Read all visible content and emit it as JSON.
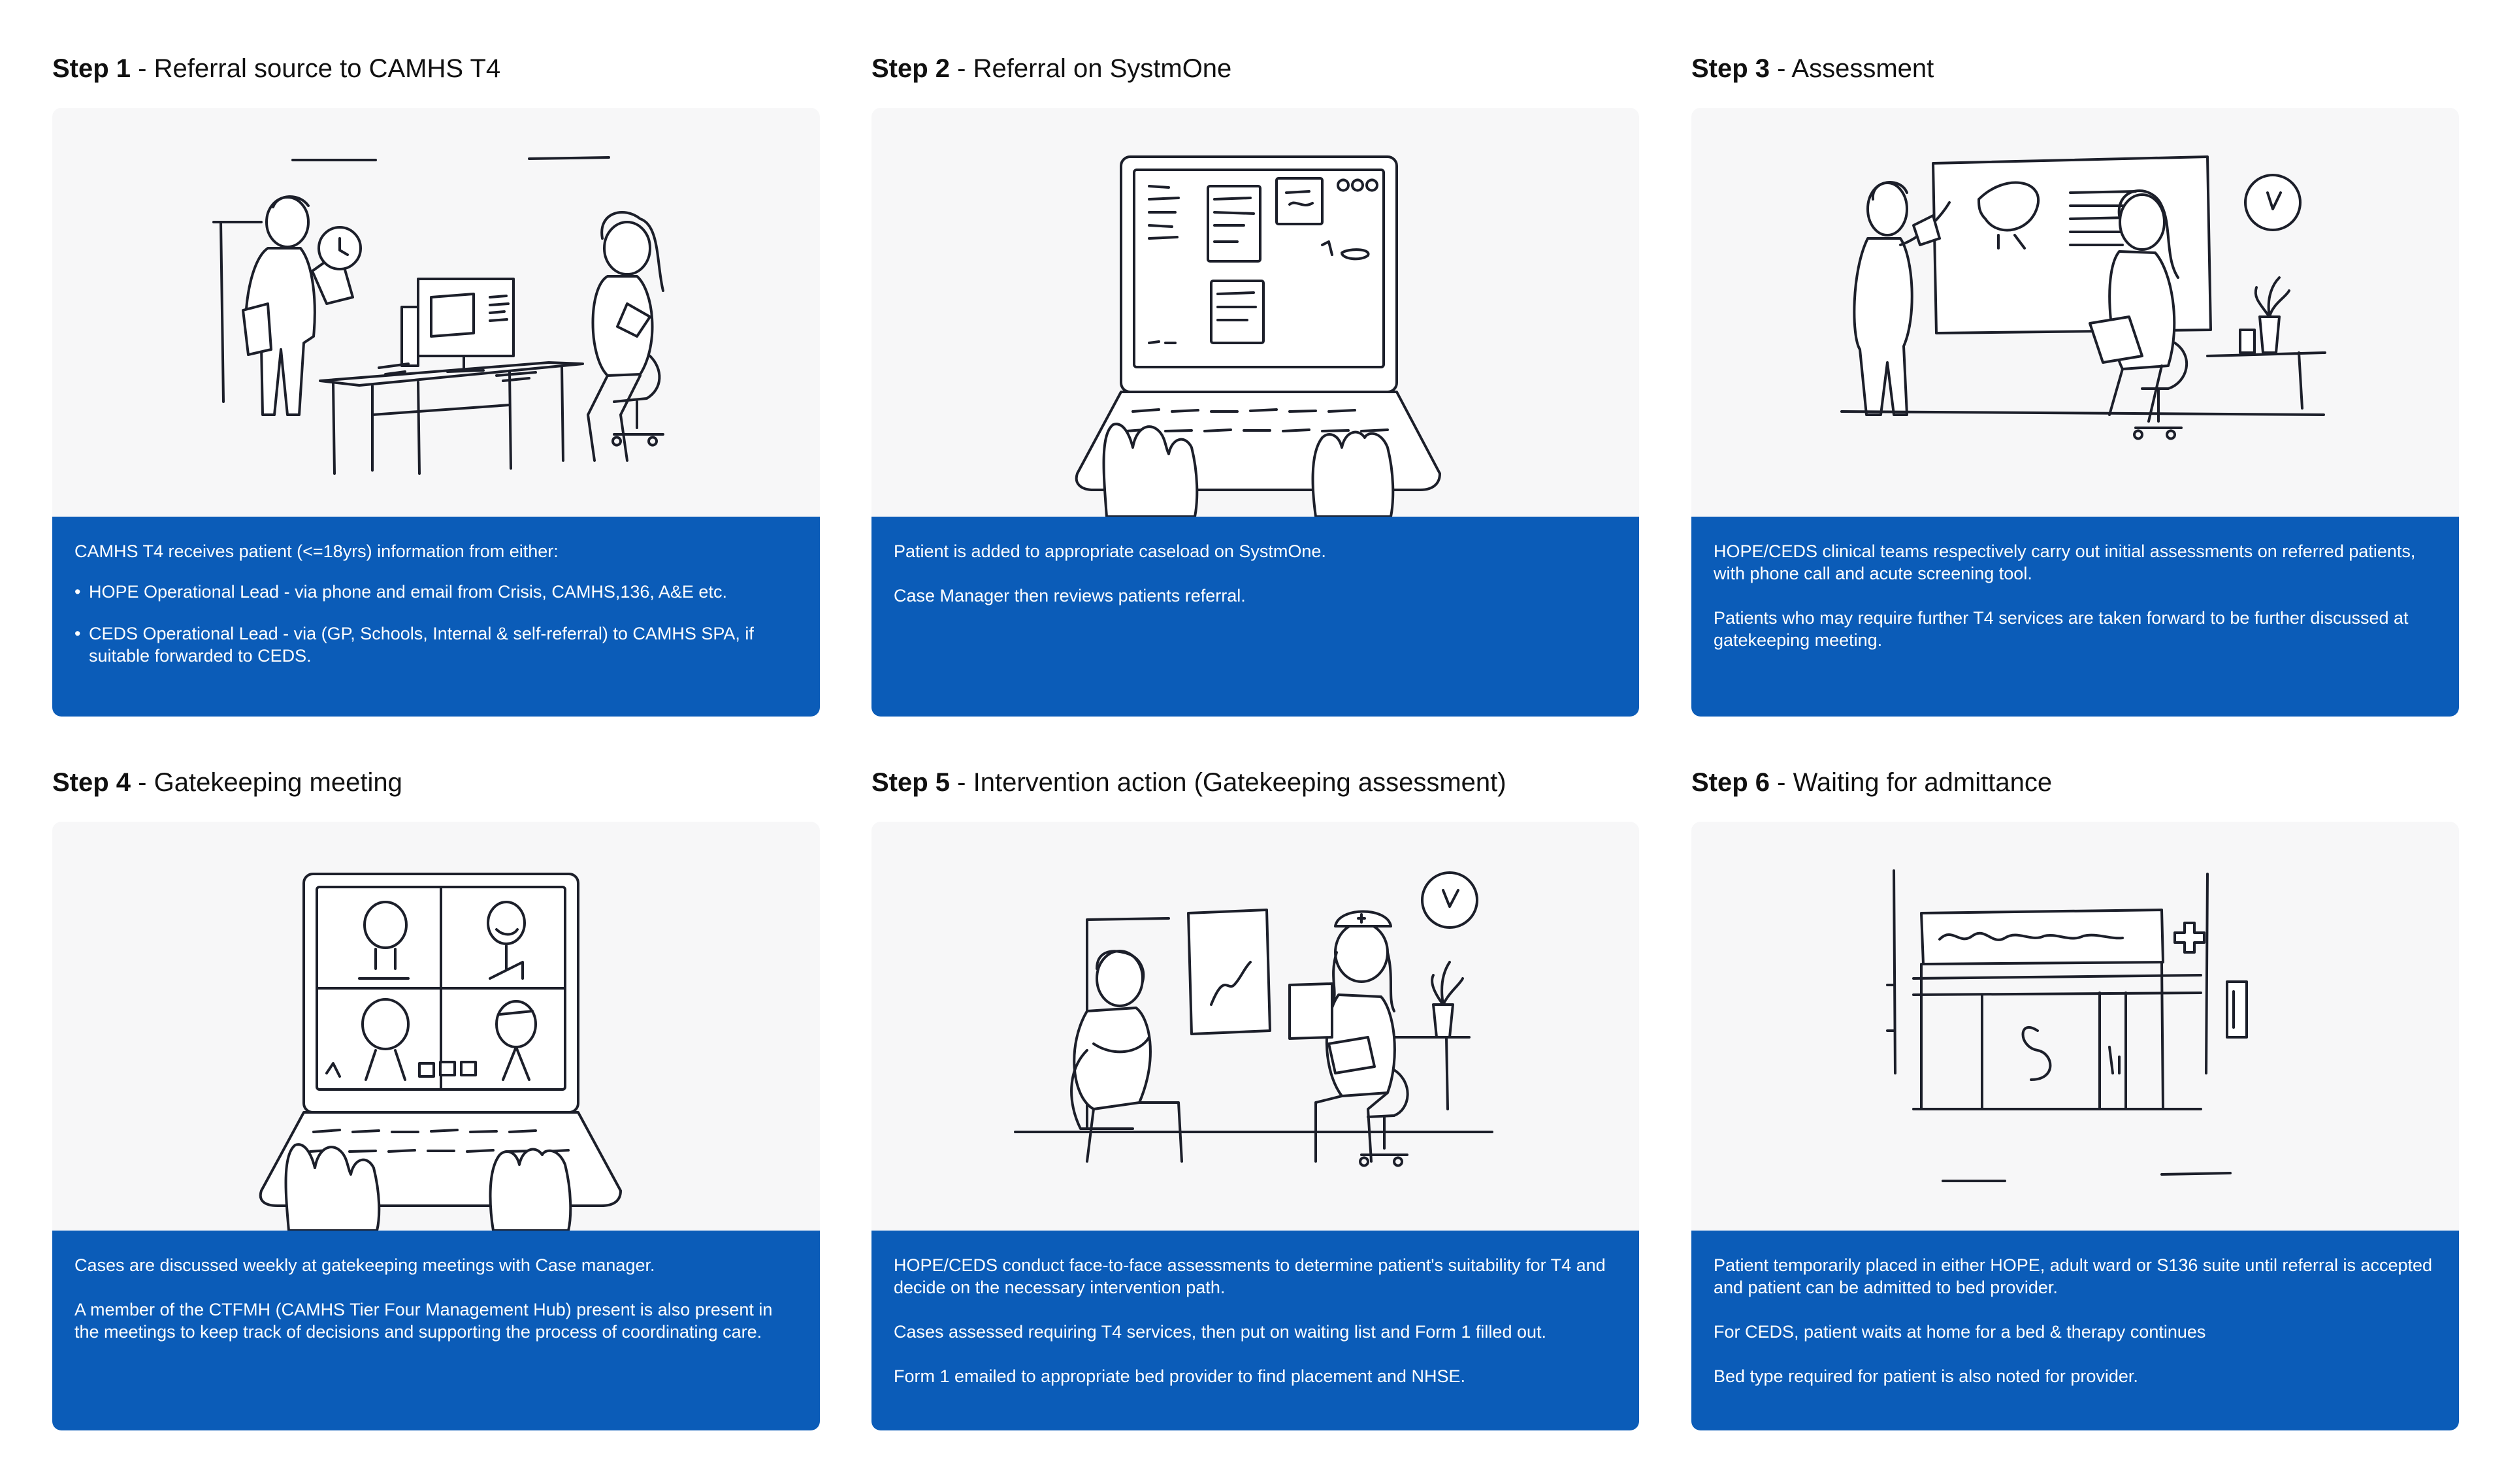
{
  "steps": [
    {
      "label": "Step 1",
      "title": "Referral source to CAMHS T4",
      "intro": "CAMHS T4 receives patient (<=18yrs) information from either:",
      "bullets": [
        "HOPE Operational Lead - via phone and email from Crisis, CAMHS,136, A&E etc.",
        "CEDS Operational Lead - via (GP, Schools, Internal & self-referral) to CAMHS SPA, if suitable forwarded to CEDS."
      ]
    },
    {
      "label": "Step 2",
      "title": "Referral on SystmOne",
      "paragraphs": [
        "Patient is added to appropriate caseload on SystmOne.",
        "Case Manager then reviews patients referral."
      ]
    },
    {
      "label": "Step 3",
      "title": "Assessment",
      "paragraphs": [
        "HOPE/CEDS clinical teams respectively carry out initial assessments on referred patients, with phone call and acute screening tool.",
        "Patients who may require further T4 services are taken forward to be further discussed at gatekeeping meeting."
      ]
    },
    {
      "label": "Step 4",
      "title": "Gatekeeping meeting",
      "paragraphs": [
        "Cases are discussed weekly at gatekeeping meetings with Case manager.",
        "A member of the CTFMH (CAMHS Tier Four Management Hub) present is also present in the meetings to keep track of decisions and supporting the process of coordinating care."
      ]
    },
    {
      "label": "Step 5",
      "title": "Intervention action (Gatekeeping assessment)",
      "paragraphs": [
        "HOPE/CEDS conduct face-to-face assessments to determine patient's suitability for T4 and decide on the necessary intervention path.",
        "Cases assessed requiring T4 services, then put on waiting list and Form 1 filled out.",
        "Form 1 emailed to appropriate bed provider to find placement and NHSE."
      ]
    },
    {
      "label": "Step 6",
      "title": "Waiting for admittance",
      "paragraphs": [
        "Patient temporarily placed in either HOPE, adult ward or S136 suite until referral is accepted and patient can be admitted to bed provider.",
        "For CEDS, patient waits at home for a bed & therapy continues",
        "Bed type required for patient is also noted for provider."
      ]
    }
  ],
  "illustrations": [
    {
      "icon": "office-referral-scene-icon"
    },
    {
      "icon": "laptop-caseload-icon"
    },
    {
      "icon": "whiteboard-assessment-scene-icon"
    },
    {
      "icon": "video-call-laptop-icon"
    },
    {
      "icon": "face-to-face-assessment-scene-icon"
    },
    {
      "icon": "hospital-building-icon"
    }
  ],
  "colors": {
    "card_background": "#f7f7f8",
    "description_background": "#0b5cb8",
    "description_text": "#ffffff",
    "ink": "#1c1f2a"
  }
}
